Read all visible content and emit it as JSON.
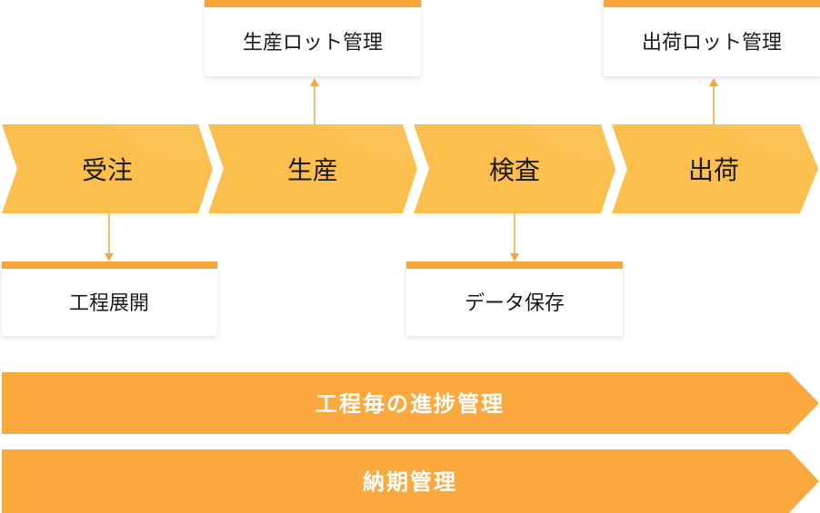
{
  "colors": {
    "step_fill": "#fcbf4e",
    "card_top_border": "#f9a53c",
    "card_fill": "#ffffff",
    "connector": "#f2a646",
    "bar_fill": "#fba93f",
    "bar_text": "#ffffff",
    "text": "#1a1a1a"
  },
  "steps": [
    {
      "label": "受注"
    },
    {
      "label": "生産"
    },
    {
      "label": "検査"
    },
    {
      "label": "出荷"
    }
  ],
  "top_cards": [
    {
      "label": "生産ロット管理",
      "step": "生産"
    },
    {
      "label": "出荷ロット管理",
      "step": "出荷"
    }
  ],
  "bottom_cards": [
    {
      "label": "工程展開",
      "step": "受注"
    },
    {
      "label": "データ保存",
      "step": "検査"
    }
  ],
  "bars": [
    {
      "label": "工程毎の進捗管理"
    },
    {
      "label": "納期管理"
    }
  ]
}
